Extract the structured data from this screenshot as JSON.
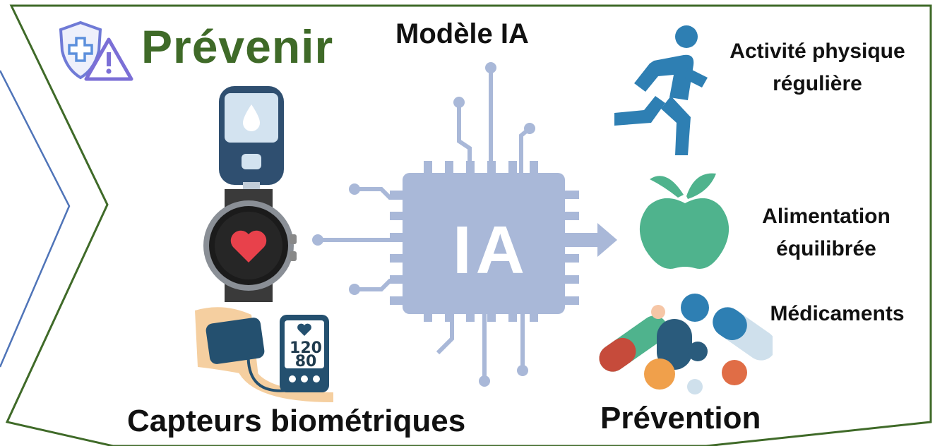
{
  "header": {
    "title": "Prévenir",
    "model_label": "Modèle IA"
  },
  "chip": {
    "label": "IA"
  },
  "sensors": {
    "caption": "Capteurs biométriques",
    "bp_systolic": "120",
    "bp_diastolic": "80"
  },
  "prevention": {
    "caption": "Prévention",
    "items": [
      "Activité physique régulière",
      "Alimentation équilibrée",
      "Médicaments"
    ]
  },
  "colors": {
    "title_green": "#3f6a28",
    "chip_blue": "#a9b8d8",
    "runner_blue": "#2e7fb3",
    "apple_green": "#4fb38d",
    "frame_green": "#3f6a28",
    "chevron_blue": "#4f74b8"
  },
  "icons": [
    "shield-warning-icon",
    "glucometer-icon",
    "smartwatch-heart-icon",
    "blood-pressure-monitor-icon",
    "ai-chip-icon",
    "arrow-right-icon",
    "runner-icon",
    "apple-icon",
    "pills-icon"
  ]
}
